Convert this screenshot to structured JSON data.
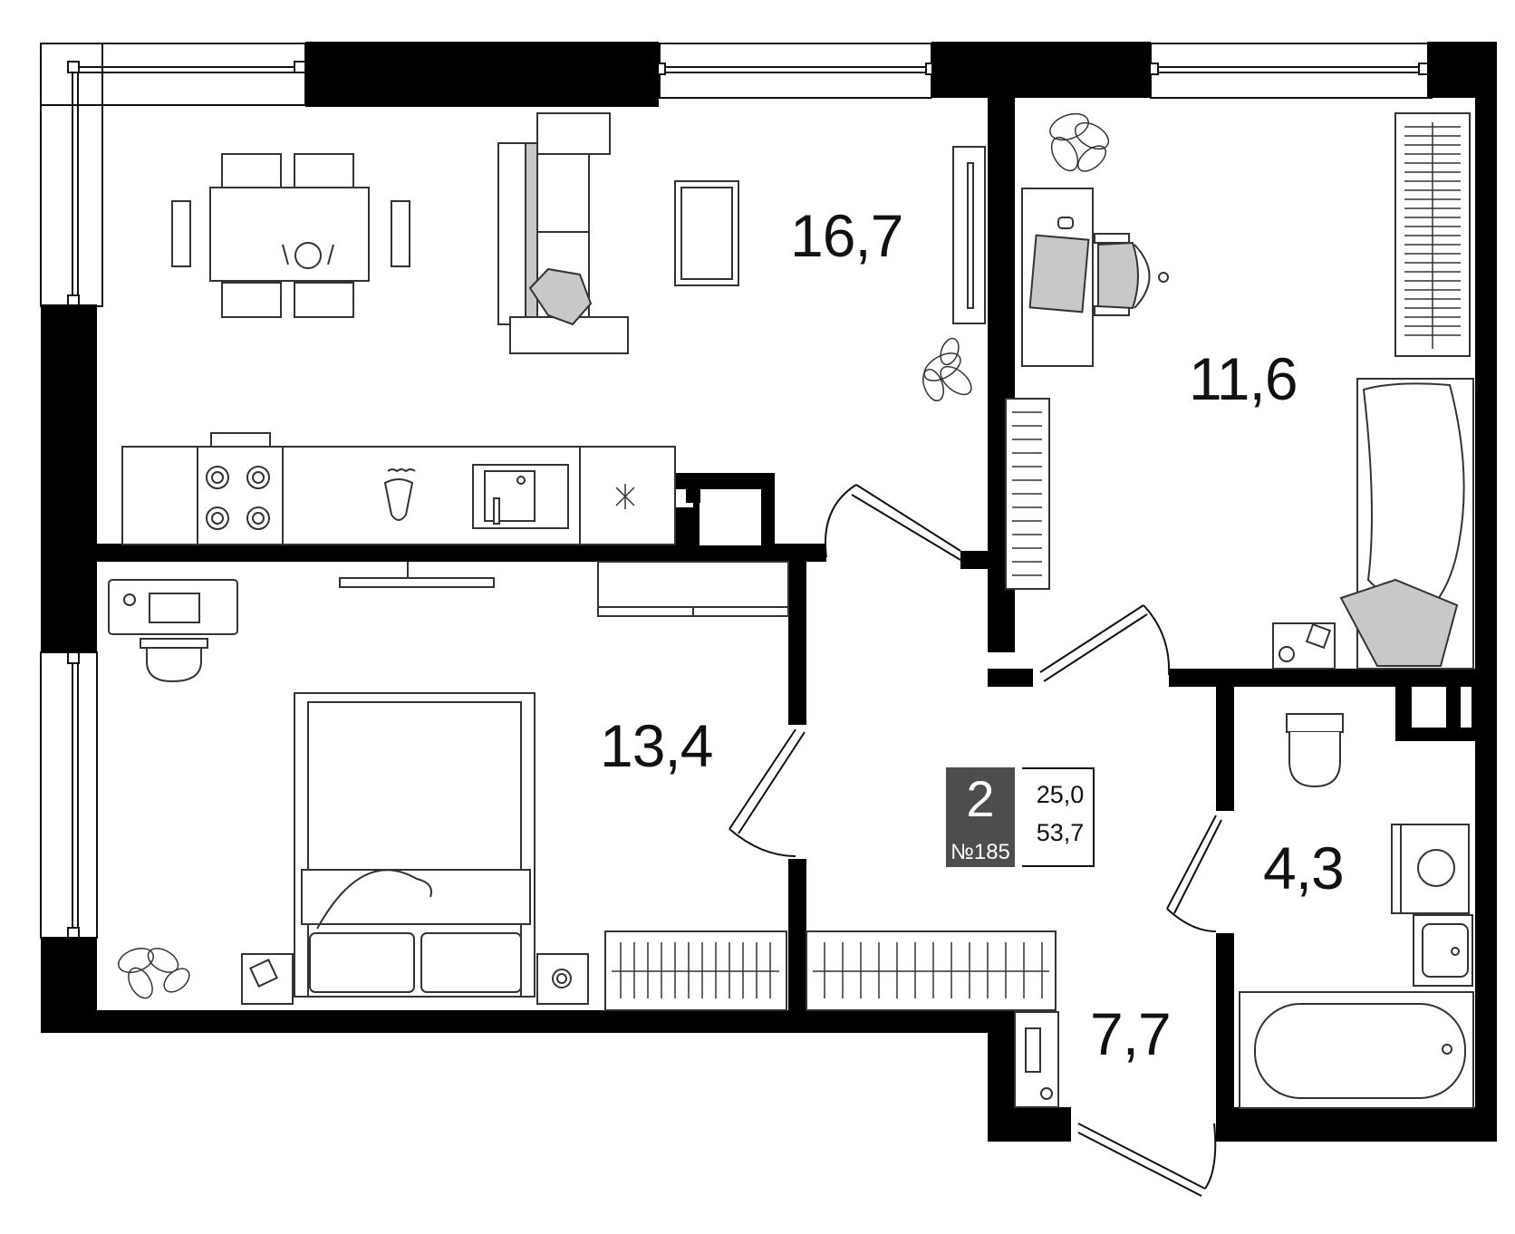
{
  "rooms": [
    {
      "id": "living",
      "area": "16,7"
    },
    {
      "id": "bedroom-small",
      "area": "11,6"
    },
    {
      "id": "bedroom-main",
      "area": "13,4"
    },
    {
      "id": "bathroom",
      "area": "4,3"
    },
    {
      "id": "hallway",
      "area": "7,7"
    }
  ],
  "badge": {
    "rooms_count": "2",
    "apartment_number": "№185",
    "living_area": "25,0",
    "total_area": "53,7"
  },
  "colors": {
    "wall": "#000000",
    "furniture_line": "#333333",
    "furniture_fill": "#c8c8c8",
    "badge_bg": "#4d4d4d"
  },
  "icons": [
    "plant-icon",
    "washing-machine-icon",
    "stove-icon",
    "sink-icon",
    "toilet-icon",
    "bathtub-icon"
  ]
}
